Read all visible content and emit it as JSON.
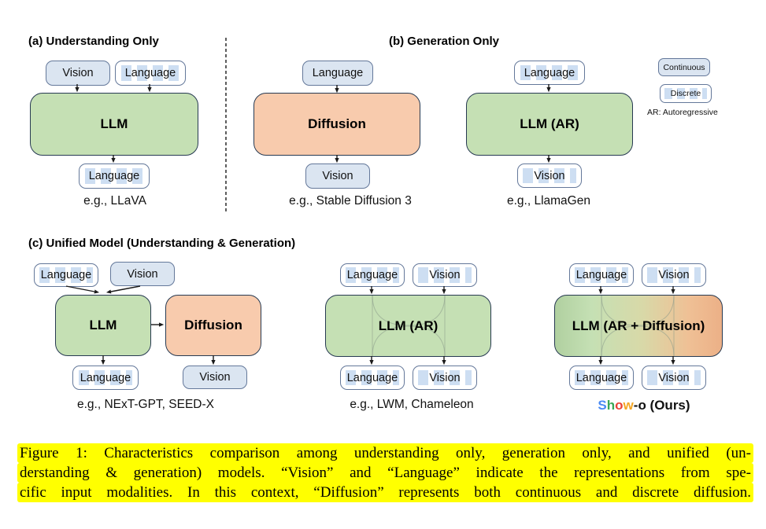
{
  "labels": {
    "vision": "Vision",
    "language": "Language",
    "llm": "LLM",
    "diffusion": "Diffusion",
    "llm_ar": "LLM (AR)",
    "llm_ar_diffusion": "LLM (AR + Diffusion)"
  },
  "panels": {
    "a": {
      "title": "(a) Understanding Only",
      "example": "e.g., LLaVA"
    },
    "b": {
      "title": "(b) Generation Only",
      "examples": [
        "e.g., Stable Diffusion 3",
        "e.g., LlamaGen"
      ]
    },
    "c": {
      "title": "(c) Unified Model (Understanding & Generation)",
      "examples": [
        "e.g., NExT-GPT, SEED-X",
        "e.g., LWM, Chameleon"
      ]
    }
  },
  "legend": {
    "continuous": "Continuous",
    "discrete": "Discrete",
    "ar_note": "AR: Autoregressive"
  },
  "showo": {
    "letters": [
      {
        "ch": "S",
        "color": "#4b8bf4"
      },
      {
        "ch": "h",
        "color": "#3aa757"
      },
      {
        "ch": "o",
        "color": "#e94335"
      },
      {
        "ch": "w",
        "color": "#f5a623"
      }
    ],
    "rest": "-o (Ours)"
  },
  "caption": {
    "lines": [
      "Figure 1: Characteristics comparison among understanding only, generation only, and unified (un-",
      "derstanding & generation) models. “Vision” and “Language” indicate the representations from spe-",
      "cific input modalities. In this context, “Diffusion” represents both continuous and discrete diffusion."
    ]
  },
  "colors": {
    "continuous_fill": "#dbe5f1",
    "discrete_stripe": "#cddef2",
    "understanding_green": "#c5e0b4",
    "generation_orange": "#f8cbad",
    "caption_highlight": "#ffff00",
    "showo_blue": "#4b8bf4",
    "showo_green": "#3aa757",
    "showo_red": "#e94335",
    "showo_orange": "#f5a623"
  }
}
